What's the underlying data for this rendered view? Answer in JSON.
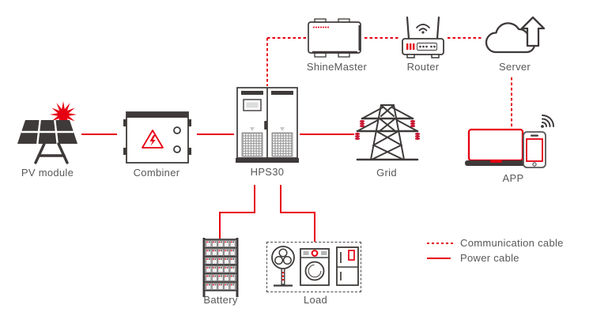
{
  "nodes": {
    "pv_module": {
      "label": "PV module"
    },
    "combiner": {
      "label": "Combiner"
    },
    "hps30": {
      "label": "HPS30"
    },
    "grid": {
      "label": "Grid"
    },
    "shinemaster": {
      "label": "ShineMaster"
    },
    "router": {
      "label": "Router"
    },
    "server": {
      "label": "Server"
    },
    "app": {
      "label": "APP"
    },
    "battery": {
      "label": "Battery"
    },
    "load": {
      "label": "Load"
    }
  },
  "legend": {
    "communication_label": "Communication cable",
    "power_label": "Power cable"
  },
  "colors": {
    "cable_red": "#e60012",
    "icon_dark": "#3e3a39",
    "label_gray": "#595757"
  }
}
